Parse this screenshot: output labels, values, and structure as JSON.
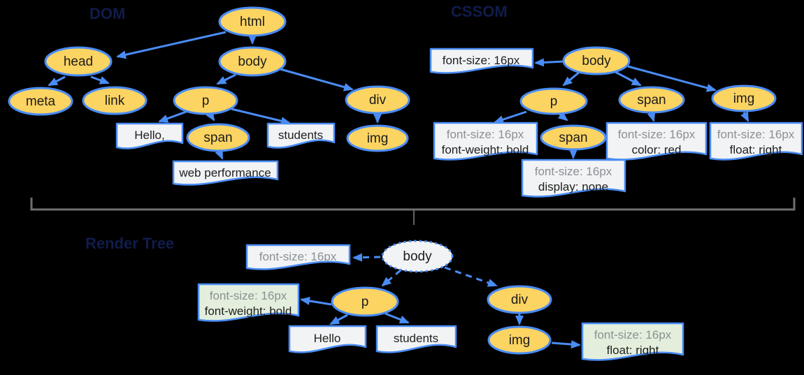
{
  "colors": {
    "background": "#000000",
    "node_fill": "#FCD462",
    "node_stroke": "#4A8CF5",
    "arrow": "#4A8CF5",
    "box_fill": "#F1F3F4",
    "box_green_fill": "#E3EFDC",
    "inherited_text": "#8B9095",
    "text": "#1F1F1F",
    "bracket": "#6F6F6F",
    "section_label": "#101C4A"
  },
  "dom": {
    "label": "DOM",
    "nodes": {
      "html": "html",
      "head": "head",
      "body": "body",
      "meta": "meta",
      "link": "link",
      "p": "p",
      "span": "span",
      "div": "div",
      "img": "img"
    },
    "text_nodes": {
      "hello": "Hello,",
      "students": "students",
      "web_performance": "web performance"
    }
  },
  "cssom": {
    "label": "CSSOM",
    "nodes": {
      "body": "body",
      "p": "p",
      "span_body": "span",
      "span_p": "span",
      "img": "img"
    },
    "rules": {
      "body": {
        "line1": "font-size: 16px"
      },
      "p": {
        "line1": "font-size: 16px",
        "line2": "font-weight: bold"
      },
      "span_p": {
        "line1": "font-size: 16px",
        "line2": "display: none"
      },
      "span_body": {
        "line1": "font-size: 16px",
        "line2": "color: red"
      },
      "img": {
        "line1": "font-size: 16px",
        "line2": "float: right"
      }
    }
  },
  "render": {
    "label": "Render Tree",
    "nodes": {
      "body": "body",
      "p": "p",
      "div": "div",
      "img": "img"
    },
    "text_nodes": {
      "hello": "Hello",
      "students": "students"
    },
    "styles": {
      "body": {
        "line1": "font-size: 16px"
      },
      "p": {
        "line1": "font-size: 16px",
        "line2": "font-weight: bold"
      },
      "img": {
        "line1": "font-size: 16px",
        "line2": "float: right"
      }
    }
  }
}
